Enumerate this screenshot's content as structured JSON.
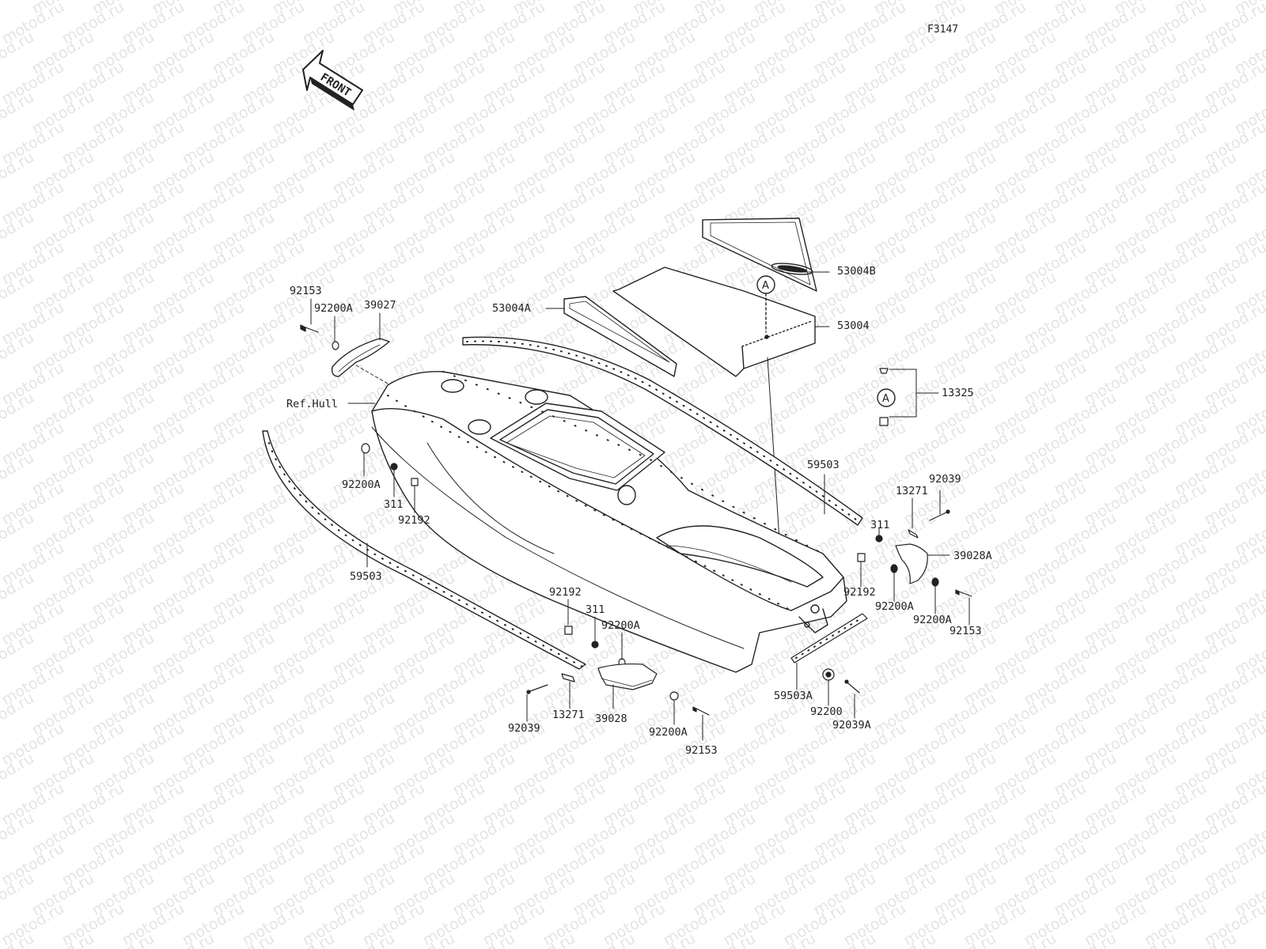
{
  "figure_ref": "F3147",
  "front_label": "FRONT",
  "watermark": "motod.ru",
  "callout_marker": "A",
  "parts": [
    {
      "id": "p53004B",
      "code": "53004B"
    },
    {
      "id": "p53004",
      "code": "53004"
    },
    {
      "id": "p53004A",
      "code": "53004A"
    },
    {
      "id": "p92153a",
      "code": "92153"
    },
    {
      "id": "p92200Aa",
      "code": "92200A"
    },
    {
      "id": "p39027",
      "code": "39027"
    },
    {
      "id": "pRefHull",
      "code": "Ref.Hull"
    },
    {
      "id": "p92200Ab",
      "code": "92200A"
    },
    {
      "id": "p311a",
      "code": "311"
    },
    {
      "id": "p92192a",
      "code": "92192"
    },
    {
      "id": "p13325",
      "code": "13325"
    },
    {
      "id": "p59503a",
      "code": "59503"
    },
    {
      "id": "p59503b",
      "code": "59503"
    },
    {
      "id": "p13271a",
      "code": "13271"
    },
    {
      "id": "p92039a",
      "code": "92039"
    },
    {
      "id": "p311b",
      "code": "311"
    },
    {
      "id": "p39028A",
      "code": "39028A"
    },
    {
      "id": "p92192b",
      "code": "92192"
    },
    {
      "id": "p92200Ac",
      "code": "92200A"
    },
    {
      "id": "p92200Ad",
      "code": "92200A"
    },
    {
      "id": "p92153b",
      "code": "92153"
    },
    {
      "id": "p92192c",
      "code": "92192"
    },
    {
      "id": "p311c",
      "code": "311"
    },
    {
      "id": "p92200Ae",
      "code": "92200A"
    },
    {
      "id": "p59503A",
      "code": "59503A"
    },
    {
      "id": "p92200",
      "code": "92200"
    },
    {
      "id": "p92039A",
      "code": "92039A"
    },
    {
      "id": "p92039b",
      "code": "92039"
    },
    {
      "id": "p13271b",
      "code": "13271"
    },
    {
      "id": "p39028",
      "code": "39028"
    },
    {
      "id": "p92200Af",
      "code": "92200A"
    },
    {
      "id": "p92153c",
      "code": "92153"
    }
  ]
}
